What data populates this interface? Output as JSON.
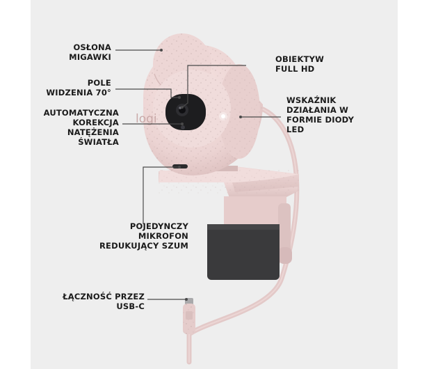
{
  "callouts": {
    "shutter": [
      "OSŁONA",
      "MIGAWKI"
    ],
    "field_of_view": [
      "POLE",
      "WIDZENIA 70°"
    ],
    "light_correction": [
      "AUTOMATYCZNA",
      "KOREKCJA",
      "NATĘŻENIA",
      "ŚWIATŁA"
    ],
    "lens": [
      "OBIEKTYW",
      "FULL HD"
    ],
    "led": [
      "WSKAŹNIK",
      "DZIAŁANIA W",
      "FORMIE DIODY",
      "LED"
    ],
    "microphone": [
      "POJEDYNCZY",
      "MIKROFON",
      "REDUKUJĄCY SZUM"
    ],
    "usb": [
      "ŁĄCZNOŚĆ PRZEZ",
      "USB-C"
    ]
  },
  "product": {
    "logo": "logi"
  },
  "colors": {
    "background": "#eeeeee",
    "body_pink": "#ecd5d4",
    "body_shadow": "#d9bebd",
    "lens_dark": "#1d1d1f",
    "privacy_pad": "#3a3a3c",
    "leader_line": "#4a4a4a"
  }
}
